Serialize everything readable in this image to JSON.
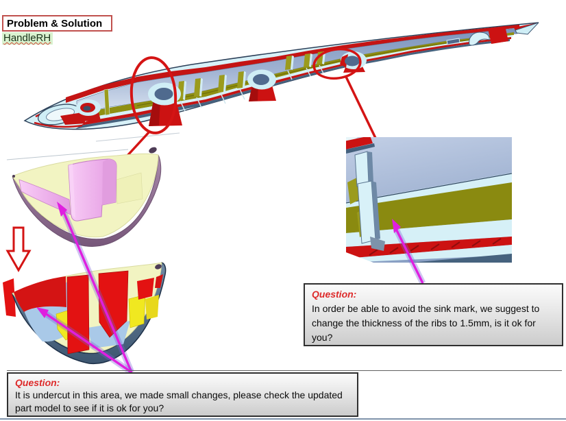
{
  "slide": {
    "title": "Problem & Solution",
    "part_name": "HandleRH"
  },
  "question_boxes": {
    "undercut": {
      "label": "Question:",
      "text": "It is undercut in this area, we made small changes, please check the updated part model to see if it is ok for you?"
    },
    "sink_mark": {
      "label": "Question:",
      "text": "In order be able to avoid the sink mark, we suggest to change the thickness of the ribs to 1.5mm, is it ok for you?"
    }
  },
  "icons": {
    "down-arrow-outline-icon": "hollow red arrow pointing down between before/after sections",
    "red-ellipse-annotation": "red ellipse highlight on model",
    "red-arrow-icon": "solid red pointer arrow",
    "magenta-arrow-icon": "magenta pointer arrow from question box"
  },
  "colors": {
    "annotation_red": "#d41414",
    "annotation_magenta": "#df1fdf",
    "title_border_red": "#c0504d",
    "part_name_highlight_green": "#d9f2cf",
    "question_label_red": "#dd2a2a",
    "question_box_border": "#2f2f2f",
    "cad_steel_blue": "#9db2d4",
    "cad_olive_floor": "#8a8a10",
    "cad_red": "#cc1212",
    "cad_pale_cyan": "#d8f1f8",
    "cad_cream_section": "#f2f4c2",
    "cad_pink_boss": "#eeb2ec",
    "cad_mauve_shell": "#96789a",
    "cad_rib_yellow": "#f0e820",
    "cad_slate": "#46627e"
  }
}
